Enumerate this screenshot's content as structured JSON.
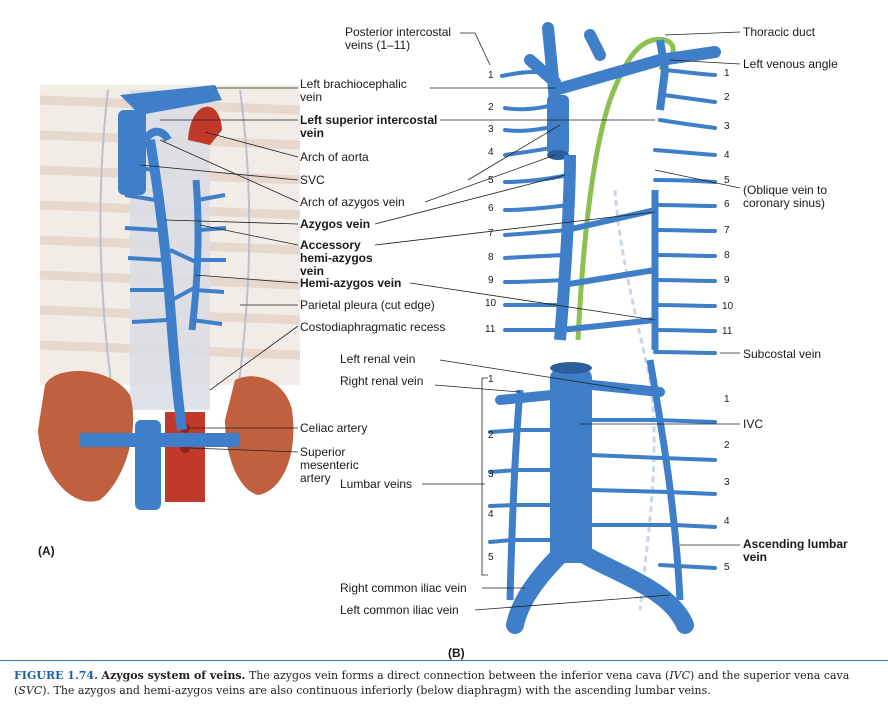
{
  "panel_a_labels": {
    "left_brachiocephalic_vein": "Left brachiocephalic vein",
    "left_superior_intercostal_vein": "Left superior intercostal vein",
    "arch_of_aorta": "Arch of aorta",
    "svc": "SVC",
    "arch_of_azygos_vein": "Arch of azygos vein",
    "azygos_vein": "Azygos vein",
    "accessory_hemi_azygos_vein": "Accessory hemi-azygos vein",
    "hemi_azygos_vein": "Hemi-azygos vein",
    "parietal_pleura": "Parietal pleura (cut edge)",
    "costodiaphragmatic_recess": "Costodiaphragmatic recess",
    "celiac_artery": "Celiac artery",
    "superior_mesenteric_artery": "Superior mesenteric artery"
  },
  "panel_b_labels": {
    "posterior_intercostal_veins": "Posterior intercostal veins (1–11)",
    "thoracic_duct": "Thoracic duct",
    "left_venous_angle": "Left venous angle",
    "oblique_vein": "(Oblique vein to coronary sinus)",
    "left_renal_vein": "Left renal vein",
    "right_renal_vein": "Right renal vein",
    "subcostal_vein": "Subcostal vein",
    "ivc": "IVC",
    "lumbar_veins": "Lumbar veins",
    "ascending_lumbar_vein": "Ascending lumbar vein",
    "right_common_iliac_vein": "Right common iliac vein",
    "left_common_iliac_vein": "Left common iliac vein"
  },
  "panel_tags": {
    "a": "(A)",
    "b": "(B)"
  },
  "intercostal_numbers_right": [
    "1",
    "2",
    "3",
    "4",
    "5",
    "6",
    "7",
    "8",
    "9",
    "10",
    "11"
  ],
  "intercostal_numbers_left": [
    "1",
    "2",
    "3",
    "4",
    "5",
    "6",
    "7",
    "8",
    "9",
    "10",
    "11"
  ],
  "lumbar_numbers_right": [
    "1",
    "2",
    "3",
    "4",
    "5"
  ],
  "lumbar_numbers_left": [
    "1",
    "2",
    "3",
    "4",
    "5"
  ],
  "caption": {
    "figure": "FIGURE 1.74.",
    "title": "Azygos system of veins.",
    "body_1": " The azygos vein forms a direct connection between the inferior vena cava (",
    "ivc": "IVC",
    "body_2": ") and the superior vena cava (",
    "svc": "SVC",
    "body_3": "). The azygos and hemi-azygos veins are also continuous inferiorly (below diaphragm) with the ascending lumbar veins."
  },
  "colors": {
    "vein": "#3f7fc9",
    "vein_dark": "#2a5f9e",
    "thoracic_duct": "#8cc152",
    "artery": "#c0392b",
    "kidney": "#c0603f",
    "caption_accent": "#1f5fa8"
  }
}
